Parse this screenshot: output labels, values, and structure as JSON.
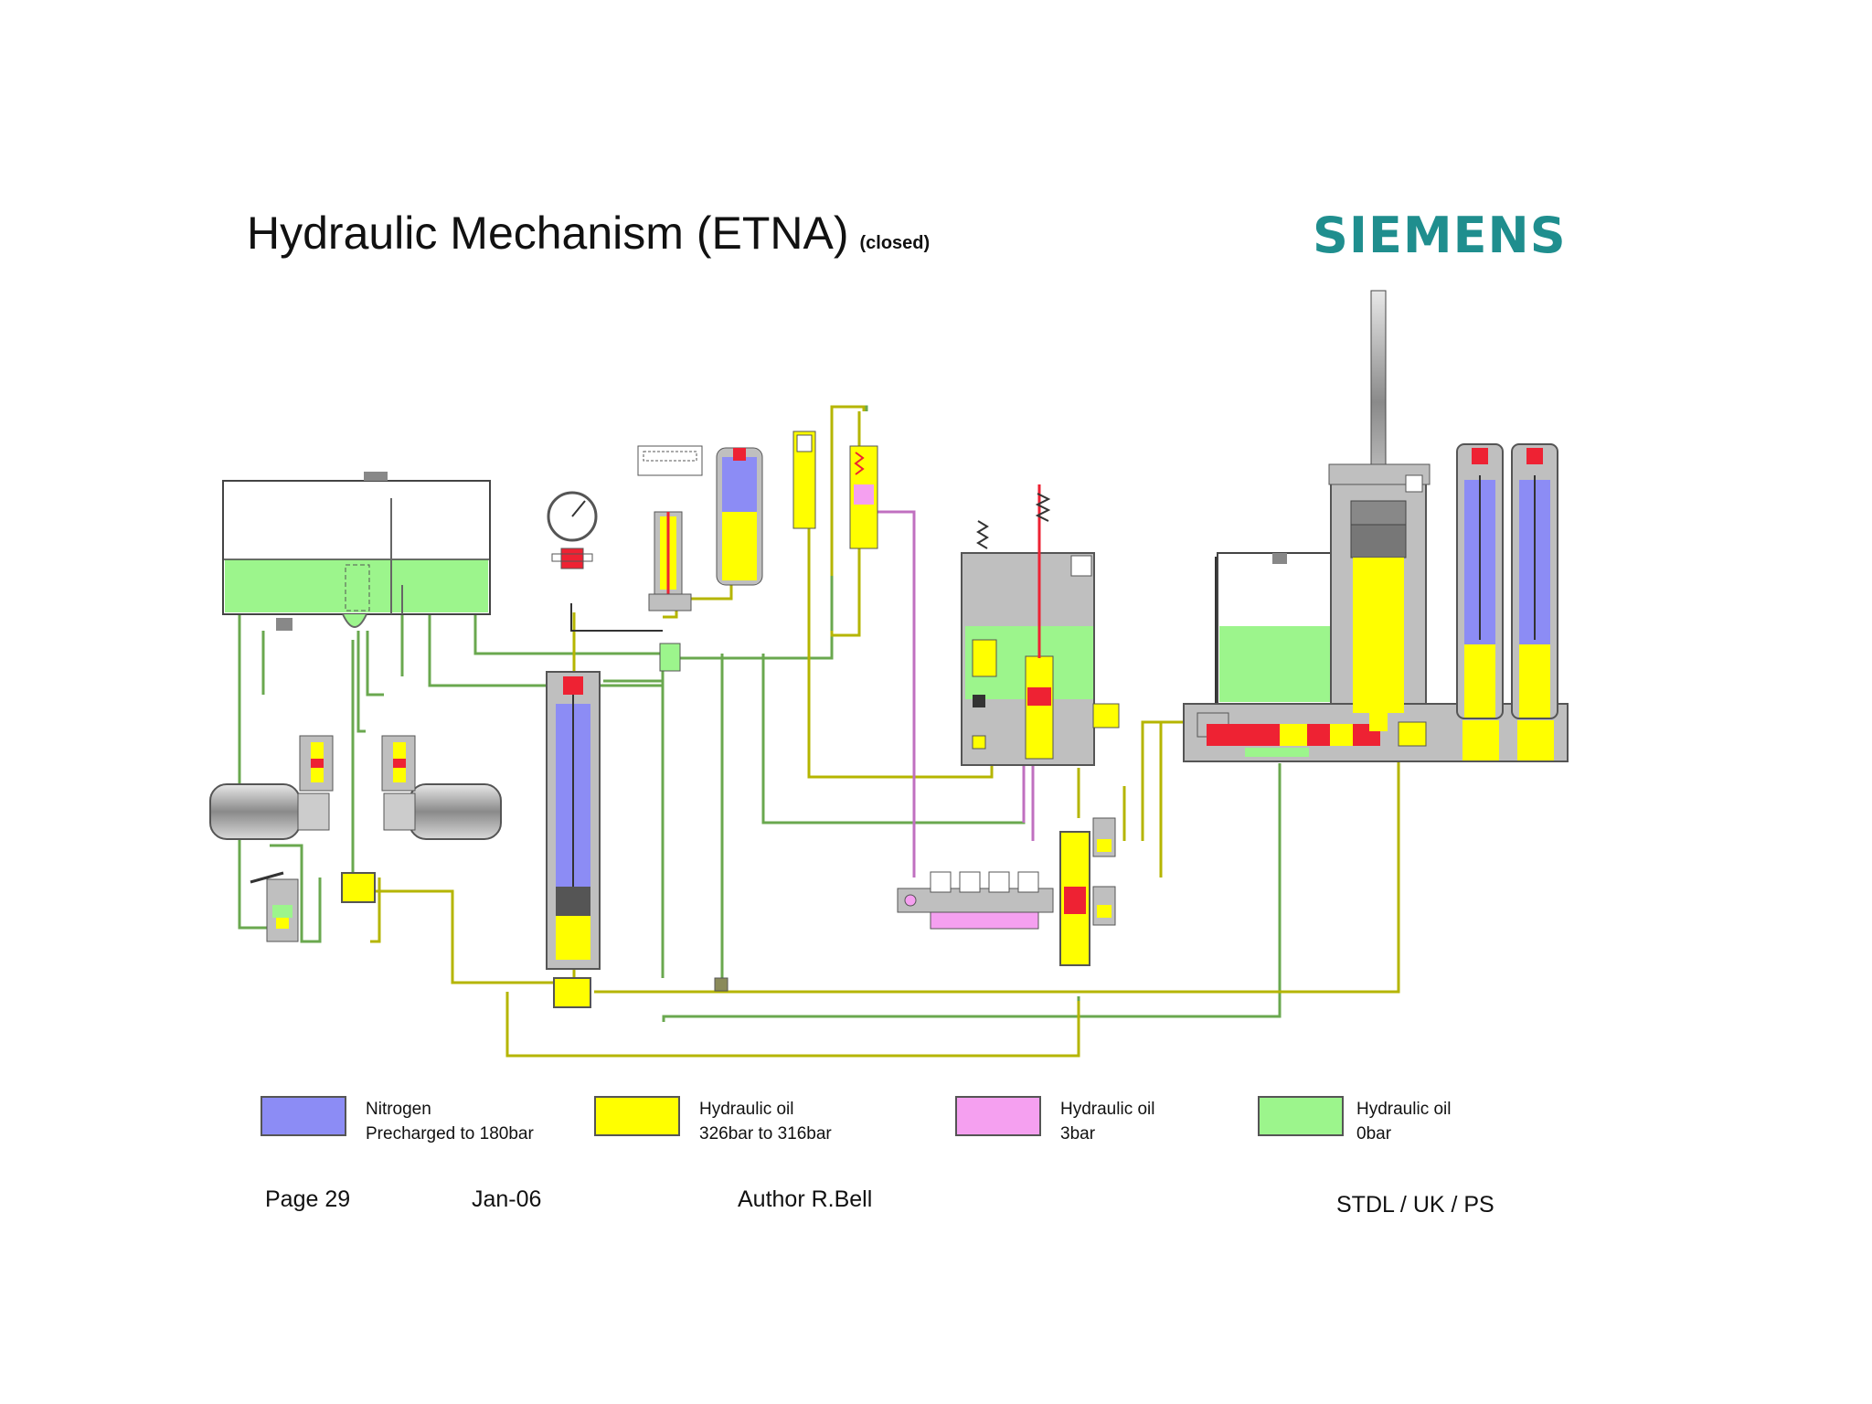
{
  "title": "Hydraulic Mechanism (ETNA)",
  "subtitle": "(closed)",
  "logo": "SIEMENS",
  "colors": {
    "nitrogen": "#8c8cf5",
    "oil_high": "#ffff00",
    "oil_3bar": "#f5a0f0",
    "oil_0bar": "#9cf58c",
    "line_high": "#b5b500",
    "line_low": "#6aa84f",
    "line_3bar": "#c070c0",
    "body": "#bfbfbf",
    "logo": "#1f8e8e"
  },
  "legend": [
    {
      "color": "#8c8cf5",
      "line1": "Nitrogen",
      "line2": "Precharged to 180bar"
    },
    {
      "color": "#ffff00",
      "line1": "Hydraulic oil",
      "line2": "326bar to 316bar"
    },
    {
      "color": "#f5a0f0",
      "line1": "Hydraulic oil",
      "line2": "3bar"
    },
    {
      "color": "#9cf58c",
      "line1": "Hydraulic oil",
      "line2": "0bar"
    }
  ],
  "footer": {
    "page": "Page 29",
    "date": "Jan-06",
    "author": "Author R.Bell",
    "dept": "STDL / UK / PS"
  }
}
